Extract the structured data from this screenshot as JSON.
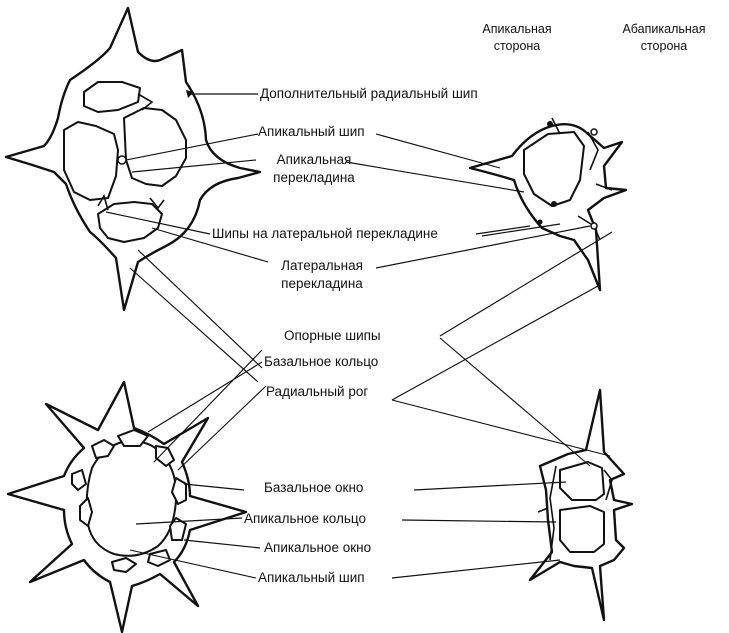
{
  "headers": {
    "apical_side": [
      "Апикальная",
      "сторона"
    ],
    "abapical_side": [
      "Абапикальная",
      "сторона"
    ]
  },
  "labels": {
    "additional_radial_spine": "Дополнительный радиальный шип",
    "apical_spine_top": "Апикальный шип",
    "apical_bar": [
      "Апикальная",
      "перекладина"
    ],
    "lateral_bar_spines": "Шипы на латеральной перекладине",
    "lateral_bar": [
      "Латеральная",
      "перекладина"
    ],
    "support_spines": "Опорные шипы",
    "basal_ring": "Базальное кольцо",
    "radial_horn": "Радиальный рог",
    "basal_window": "Базальное окно",
    "apical_ring": "Апикальное кольцо",
    "apical_window": "Апикальное окно",
    "apical_spine_bottom": "Апикальный шип"
  },
  "colors": {
    "ink": "#111111",
    "background": "#ffffff"
  }
}
